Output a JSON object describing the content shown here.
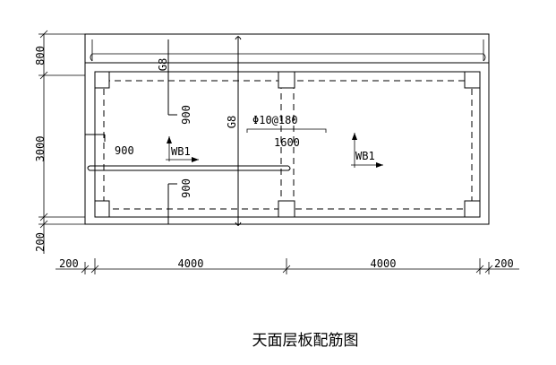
{
  "drawing_title": "天面层板配筋图",
  "dimensions": {
    "vertical": [
      "800",
      "3000",
      "200"
    ],
    "horizontal": [
      "200",
      "4000",
      "4000",
      "200"
    ]
  },
  "rebar": {
    "left_bar_mark": "G8",
    "mid_bar_mark": "G8",
    "spec": "Φ10@180",
    "spec_length": "1600",
    "left_len_top": "900",
    "left_len_bottom": "900",
    "left_len_side": "900"
  },
  "slabs": {
    "left": "WB1",
    "right": "WB1"
  }
}
